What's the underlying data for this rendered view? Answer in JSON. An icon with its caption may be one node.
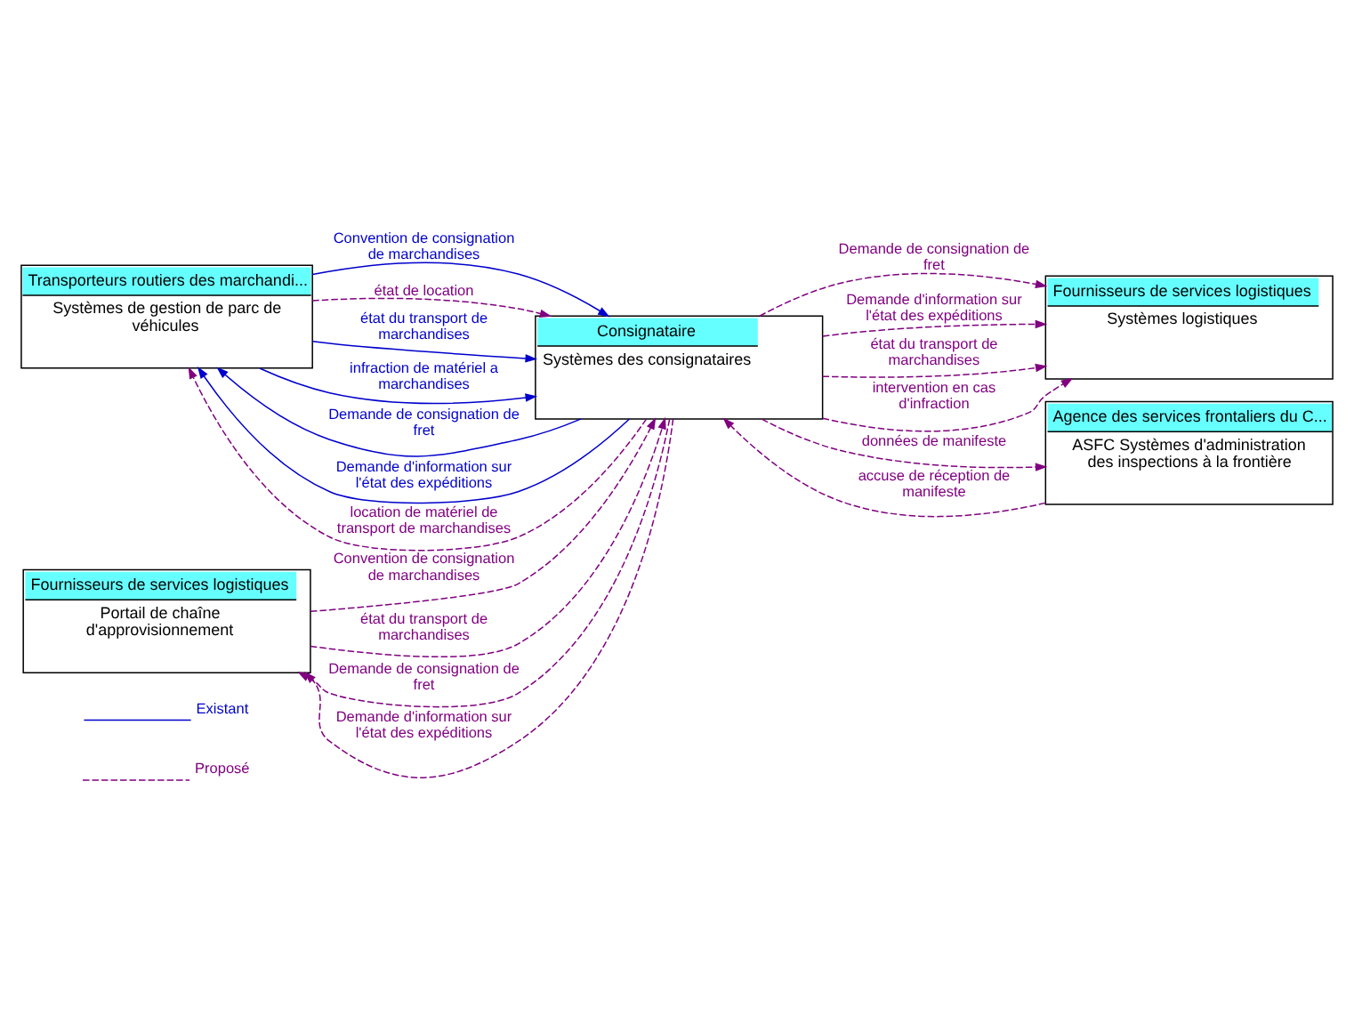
{
  "diagram": {
    "nodes": [
      {
        "text": [
          "Transporteurs routiers des marchandi...",
          "Systèmes de gestion de parc de véhicules"
        ]
      },
      {
        "text": [
          "Fournisseurs de services logistiques",
          "Portail de chaîne d'approvisionnement"
        ]
      },
      {
        "text": [
          "Fournisseurs de services logistiques",
          "Systèmes logistiques"
        ]
      },
      {
        "text": [
          "Consignataire",
          "Systèmes des consignataires"
        ]
      },
      {
        "text": [
          "Agence des services frontaliers du C...",
          "ASFC Systèmes d'administration des inspections à la frontière"
        ]
      }
    ],
    "edges": [
      {
        "from": 3,
        "to": 0,
        "arrow": "to",
        "label": "Demande de consignation de fret",
        "color": "#0000cc"
      },
      {
        "from": 3,
        "to": 0,
        "arrow": "to",
        "label": "Demande d'information sur l'état des expéditions",
        "color": "#0000cc"
      },
      {
        "from": 3,
        "to": 0,
        "arrow": "to",
        "label": "location de matériel de transport de marchandises",
        "style": "dashed"
      },
      {
        "from": 0,
        "to": 3,
        "arrow": "to",
        "label": "Convention de consignation de marchandises",
        "color": "#0000cc"
      },
      {
        "from": 0,
        "to": 3,
        "arrow": "to",
        "label": "état de location",
        "style": "dashed"
      },
      {
        "from": 0,
        "to": 3,
        "arrow": "to",
        "label": "état du transport de marchandises",
        "color": "#0000cc"
      },
      {
        "from": 0,
        "to": 3,
        "arrow": "to",
        "label": "infraction de matériel a marchandises",
        "color": "#0000cc"
      },
      {
        "from": 3,
        "to": 1,
        "arrow": "to",
        "label": "Demande de consignation de fret",
        "style": "dashed"
      },
      {
        "from": 3,
        "to": 1,
        "arrow": "to",
        "label": "Demande d'information sur l'état des expéditions",
        "style": "dashed"
      },
      {
        "from": 1,
        "to": 3,
        "arrow": "to",
        "label": "Convention de consignation de marchandises",
        "style": "dashed"
      },
      {
        "from": 1,
        "to": 3,
        "arrow": "to",
        "label": "état du transport de marchandises",
        "style": "dashed"
      },
      {
        "from": 3,
        "to": 2,
        "arrow": "to",
        "label": "Demande de consignation de fret",
        "style": "dashed"
      },
      {
        "from": 3,
        "to": 2,
        "arrow": "to",
        "label": "Demande d'information sur l'état des expéditions",
        "style": "dashed"
      },
      {
        "from": 3,
        "to": 2,
        "arrow": "to",
        "label": "état du transport de marchandises",
        "style": "dashed"
      },
      {
        "from": 3,
        "to": 2,
        "arrow": "to",
        "label": "intervention en cas d'infraction",
        "style": "dashed"
      },
      {
        "from": 3,
        "to": 4,
        "arrow": "to",
        "label": "données de manifeste",
        "style": "dashed"
      },
      {
        "from": 4,
        "to": 3,
        "arrow": "to",
        "label": "accuse de réception de manifeste",
        "style": "dashed"
      }
    ],
    "legend": [
      {
        "text": "Existant"
      },
      {
        "text": "Proposé"
      }
    ]
  }
}
